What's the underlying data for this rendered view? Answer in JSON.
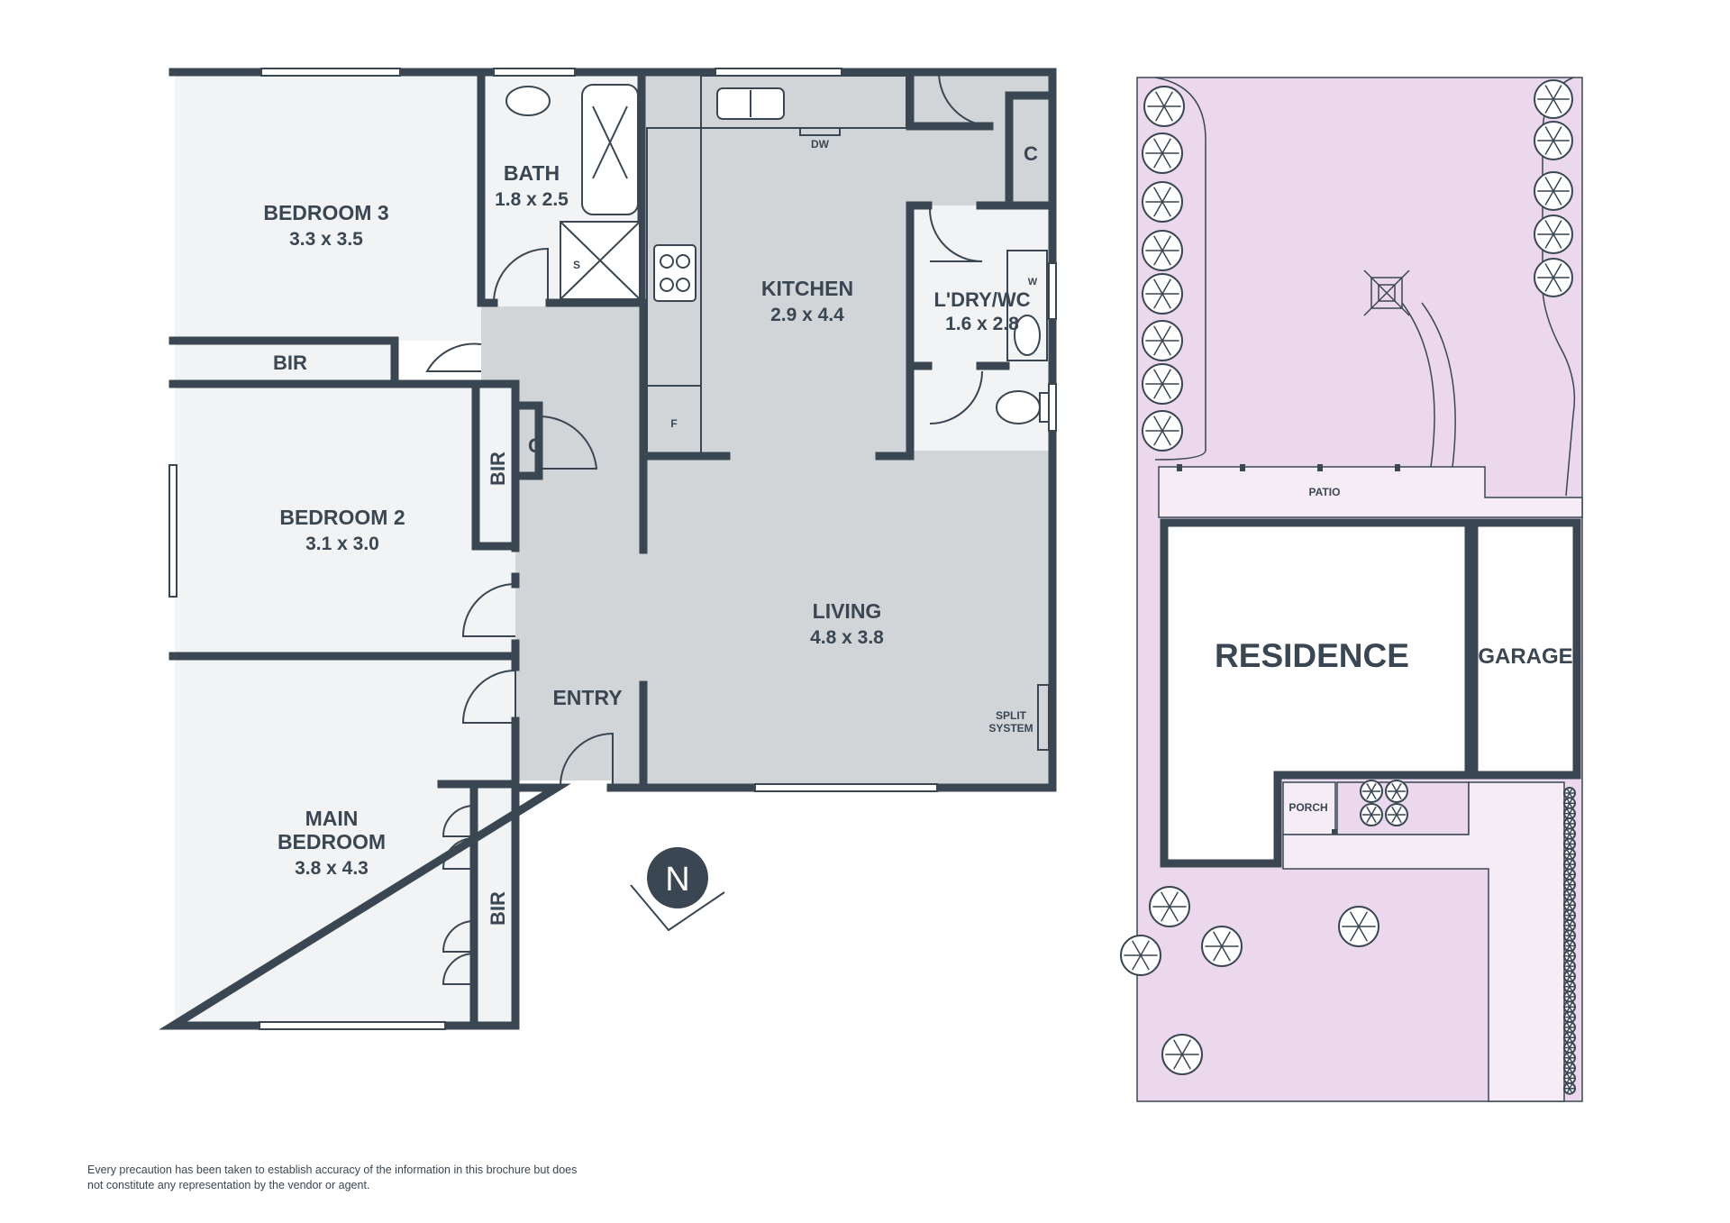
{
  "rooms": {
    "bedroom3": {
      "name": "BEDROOM 3",
      "dim": "3.3 x 3.5"
    },
    "bath": {
      "name": "BATH",
      "dim": "1.8 x 2.5"
    },
    "kitchen": {
      "name": "KITCHEN",
      "dim": "2.9 x 4.4"
    },
    "laundry": {
      "name": "L'DRY/WC",
      "dim": "1.6 x 2.8"
    },
    "bedroom2": {
      "name": "BEDROOM 2",
      "dim": "3.1 x 3.0"
    },
    "living": {
      "name": "LIVING",
      "dim": "4.8 x 3.8"
    },
    "main_bedroom": {
      "name_line1": "MAIN",
      "name_line2": "BEDROOM",
      "dim": "3.8 x 4.3"
    },
    "entry": {
      "name": "ENTRY"
    }
  },
  "labels": {
    "bir": "BIR",
    "cupboard": "C",
    "dishwasher": "DW",
    "shower": "S",
    "fridge": "F",
    "washer": "W",
    "split_system_line1": "SPLIT",
    "split_system_line2": "SYSTEM"
  },
  "compass": {
    "letter": "N"
  },
  "site": {
    "patio": "PATIO",
    "residence": "RESIDENCE",
    "garage": "GARAGE",
    "porch": "PORCH"
  },
  "colors": {
    "floor_grey": "#d2d5d8",
    "room_white": "#f2f3f4",
    "wall": "#3a4753",
    "garden_pink": "#ebd8ed",
    "path_light": "#f5ecf6"
  },
  "disclaimer": "Every precaution has been taken to establish accuracy of the information in this brochure but does not constitute any representation by the vendor or agent."
}
